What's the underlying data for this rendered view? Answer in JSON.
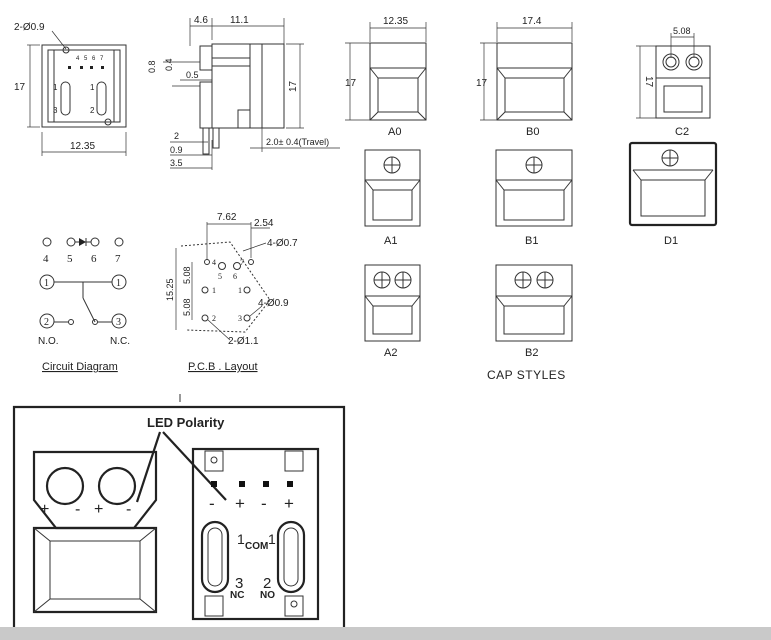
{
  "switch_drawing": {
    "hole_callout": "2-Ø0.9",
    "height": "17",
    "width": "12.35",
    "pin_numbers": [
      "4",
      "5",
      "6",
      "7"
    ],
    "contact_labels": [
      "1",
      "1",
      "3",
      "2"
    ]
  },
  "side_view": {
    "dims_top": [
      "4.6",
      "11.1"
    ],
    "dims_left": [
      "0.8",
      "0.4",
      "0.5",
      "2",
      "0.9",
      "3.5"
    ],
    "height": "17",
    "travel": "2.0± 0.4(Travel)"
  },
  "cap_styles": {
    "title": "CAP STYLES",
    "items": [
      {
        "label": "A0",
        "dim_top": "12.35",
        "dim_left": "17"
      },
      {
        "label": "B0",
        "dim_top": "17.4",
        "dim_left": "17"
      },
      {
        "label": "C2",
        "dim_top": "5.08",
        "dim_left": "17"
      },
      {
        "label": "A1"
      },
      {
        "label": "B1"
      },
      {
        "label": "D1"
      },
      {
        "label": "A2"
      },
      {
        "label": "B2"
      }
    ]
  },
  "circuit": {
    "title": "Circuit Diagram",
    "pins": [
      "4",
      "5",
      "6",
      "7"
    ],
    "terminals": [
      "1",
      "1",
      "2",
      "3"
    ],
    "no_label": "N.O.",
    "nc_label": "N.C."
  },
  "pcb": {
    "title": "P.C.B . Layout",
    "dims": [
      "7.62",
      "2.54",
      "4-Ø0.7",
      "15.25",
      "5.08",
      "5.08",
      "4-Ø0.9",
      "2-Ø1.1"
    ],
    "pin_labels": [
      "4",
      "5",
      "6",
      "7",
      "1",
      "1",
      "2",
      "3"
    ]
  },
  "led_polarity": {
    "title": "LED Polarity",
    "cap_signs": [
      "+",
      "-",
      "+",
      "-"
    ],
    "bottom_signs": [
      "-",
      "+",
      "-",
      "+"
    ],
    "com_label": "COM",
    "com_left": "1",
    "com_right": "1",
    "nc_num": "3",
    "nc_label": "NC",
    "no_num": "2",
    "no_label": "NO"
  }
}
